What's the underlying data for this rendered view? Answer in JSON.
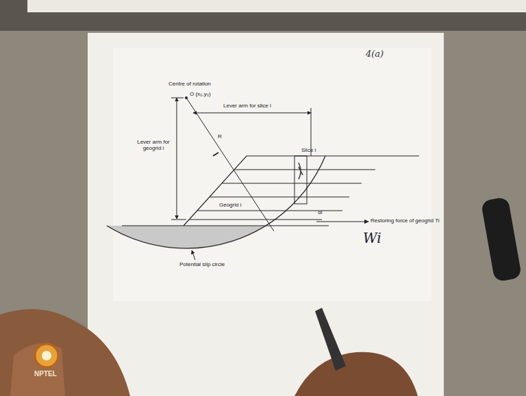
{
  "diagram": {
    "labels": [
      "Centre of rotation",
      "O (x₀,y₀)",
      "Lever arm for slice i",
      "Lever arm for geogrid i",
      "R",
      "Slice i",
      "Geogrid i",
      "Restoring force of geogrid Ti",
      "Potential slip circle",
      "αi",
      "Wi",
      "4(a)",
      "NPTEL"
    ]
  }
}
